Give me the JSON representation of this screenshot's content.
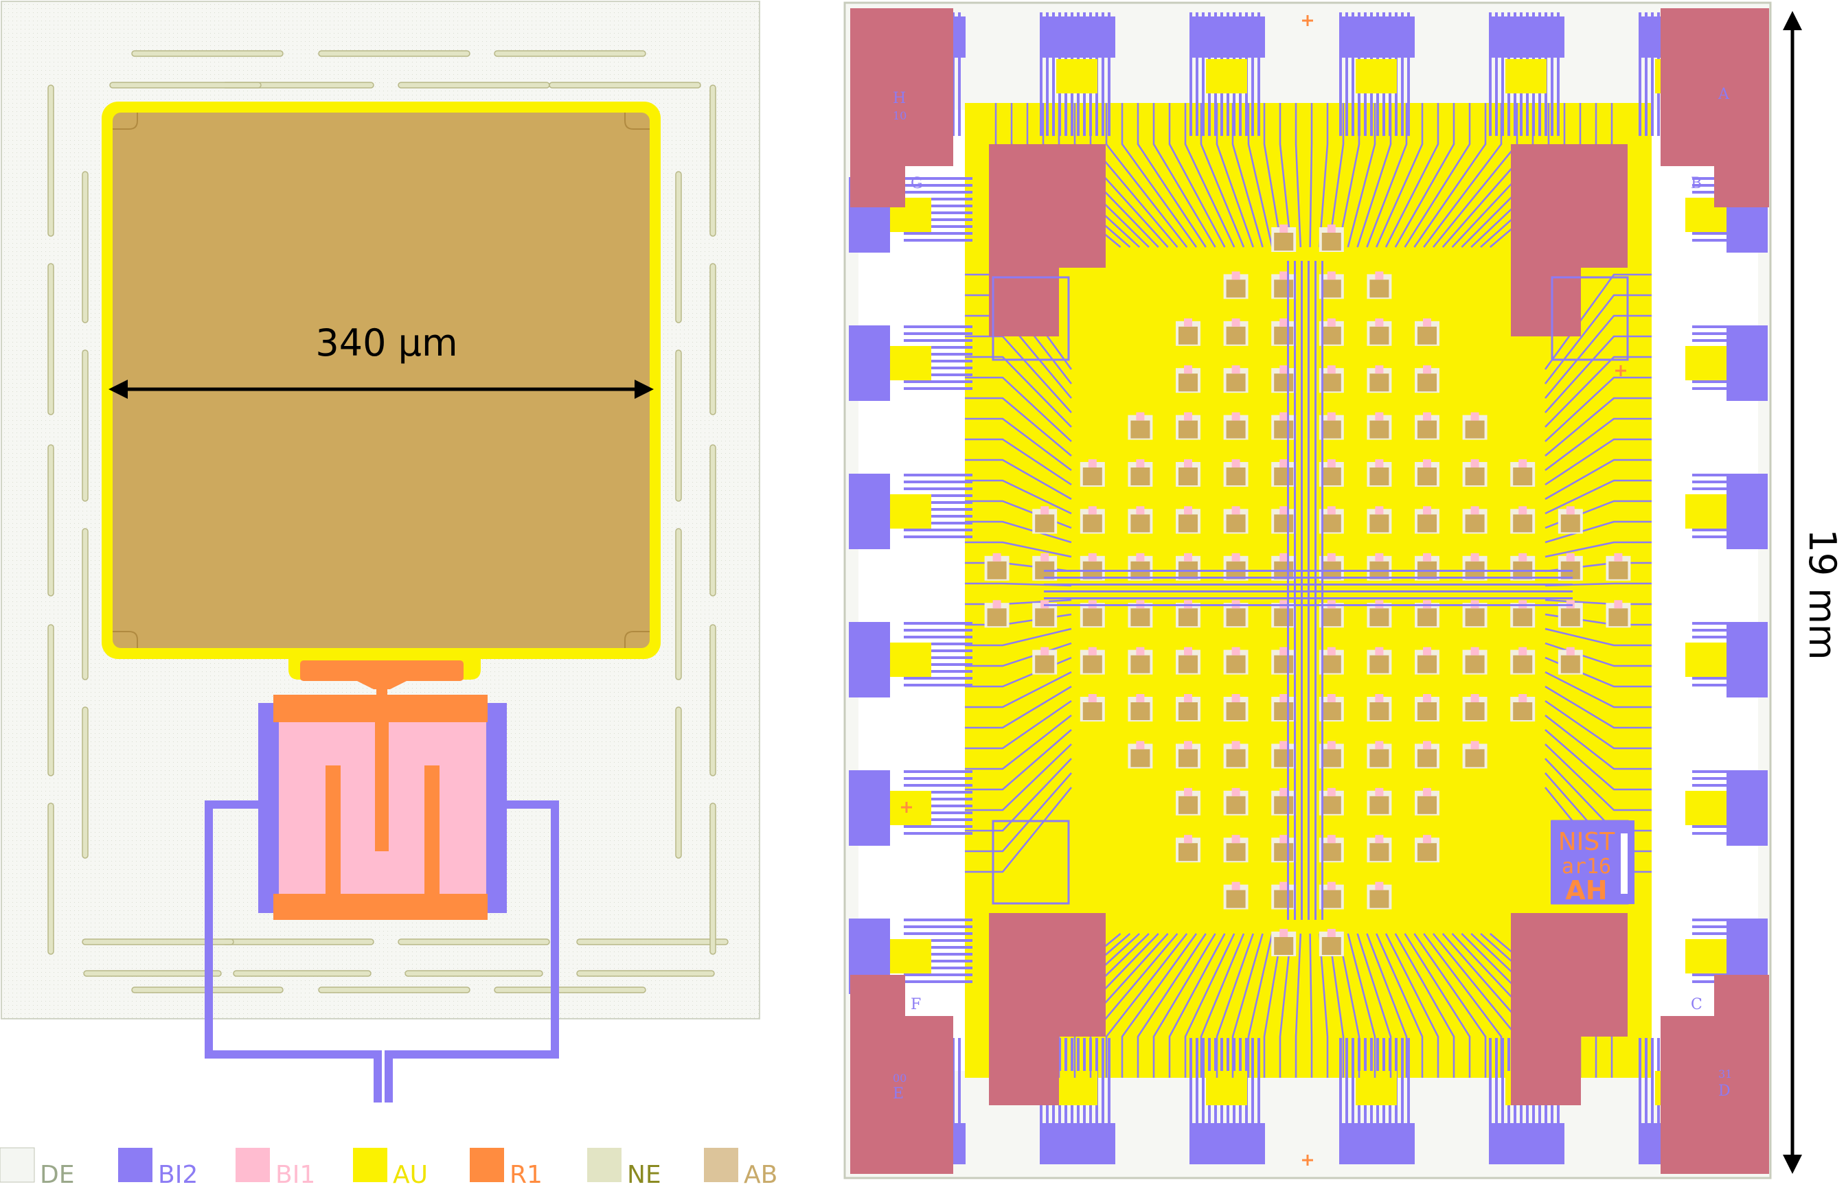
{
  "left_panel": {
    "dimension_label": "340 µm"
  },
  "right_panel": {
    "dimension_label": "19 mm",
    "chip_logo_lines": [
      "NIST",
      "ar16",
      "AH"
    ],
    "corner_labels": {
      "top_left": "H",
      "top_left_num": "10",
      "top_right": "A",
      "upper_left": "G",
      "upper_right": "B",
      "lower_left": "F",
      "lower_right": "C",
      "bottom_left": "E",
      "bottom_left_num": "00",
      "bottom_right": "D",
      "bottom_right_num": "31"
    }
  },
  "legend": [
    {
      "label": "DE",
      "swatch": "#f4f6f2",
      "text_color": "#9aa88a"
    },
    {
      "label": "BI2",
      "swatch": "#8c7cf4",
      "text_color": "#8c7cf4"
    },
    {
      "label": "BI1",
      "swatch": "#ffbcd0",
      "text_color": "#ffbcd0"
    },
    {
      "label": "AU",
      "swatch": "#fbf200",
      "text_color": "#f0e400"
    },
    {
      "label": "R1",
      "swatch": "#ff8c40",
      "text_color": "#ff8c40"
    },
    {
      "label": "NE",
      "swatch": "#e2e4c4",
      "text_color": "#8a8a22"
    },
    {
      "label": "AB",
      "swatch": "#dcc49a",
      "text_color": "#c8aa6a"
    }
  ],
  "colors": {
    "de": "#f4f6f2",
    "bi2": "#8c7cf4",
    "bi1": "#ffbcd0",
    "au": "#fbf200",
    "r1": "#ff8c40",
    "ne": "#e2e4c4",
    "ab": "#cda95e",
    "pad": "#cc6e7e"
  }
}
